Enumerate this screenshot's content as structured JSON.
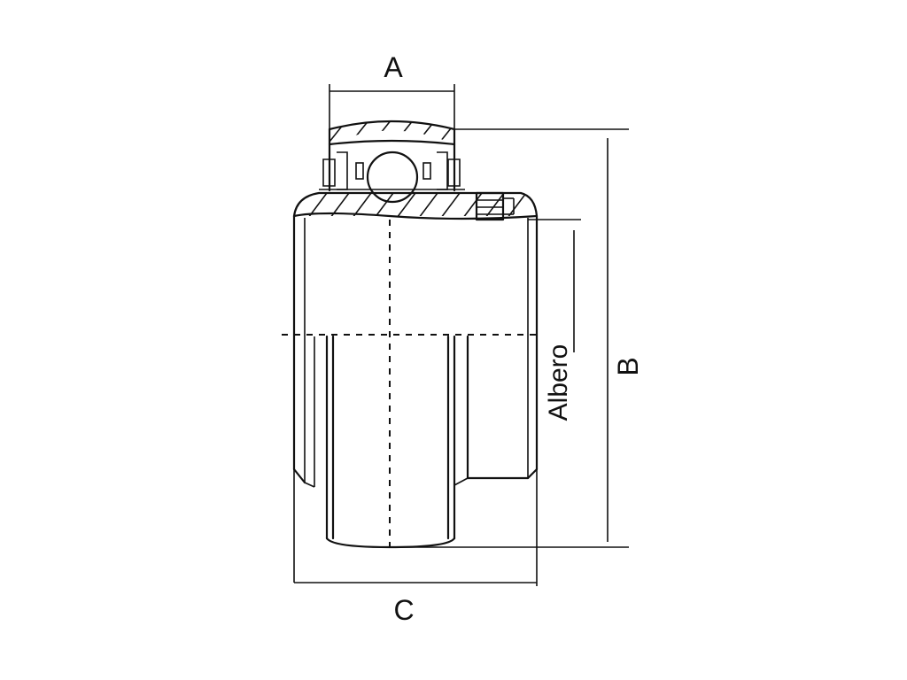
{
  "dimension_labels": {
    "a": "A",
    "b": "B",
    "c": "C",
    "shaft": "Albero"
  },
  "colors": {
    "line": "#111111",
    "background": "#ffffff"
  }
}
